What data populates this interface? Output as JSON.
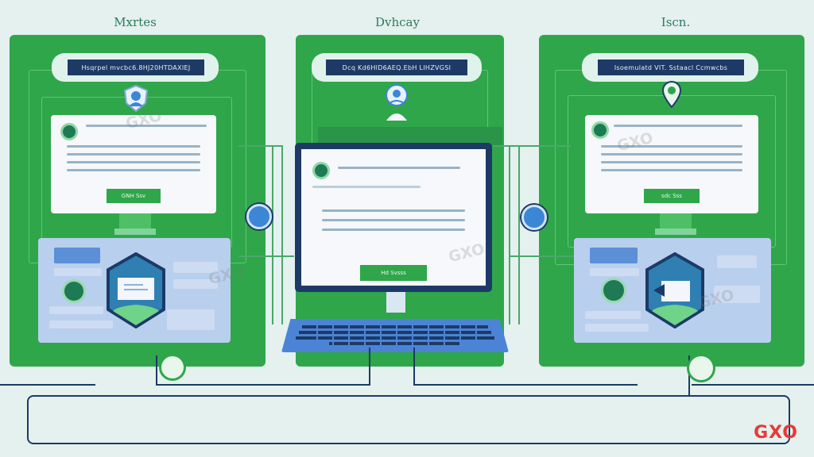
{
  "columns": [
    {
      "title": "Mxrtes",
      "banner": "Hsqrpel mvcbc6.8HJ20HTDAXIEJ",
      "button": "GNH Ssv"
    },
    {
      "title": "Dvhcay",
      "banner": "Dcq Kd6HlD6AEQ.EbH LIHZVGSI",
      "button": "Hd Svsss"
    },
    {
      "title": "Iscn.",
      "banner": "Isoemulatd VIT. Sstaacl Ccmwcbs",
      "button": "sdc Sss"
    }
  ],
  "watermark": "GXO",
  "brand": "GXO",
  "colors": {
    "panel": "#2fa64a",
    "navy": "#1d3a66",
    "accent": "#e53a3a",
    "blue": "#3c86d6"
  }
}
